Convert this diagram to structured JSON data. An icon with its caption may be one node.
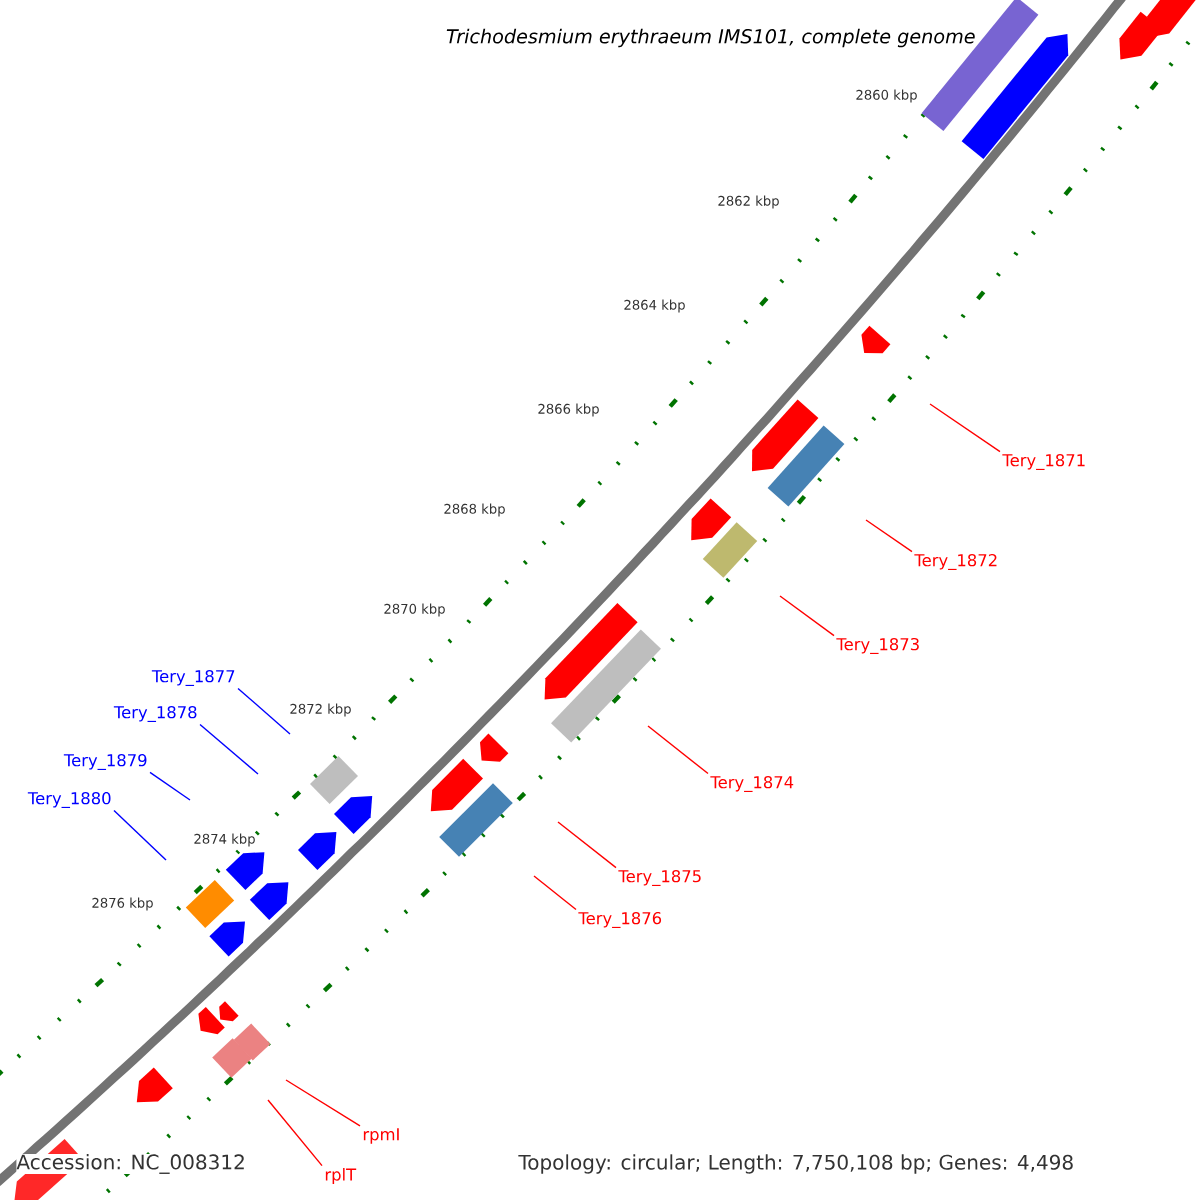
{
  "diagram": {
    "title": "Trichodesmium erythraeum IMS101, complete genome",
    "nodes": [
      {
        "text": [
          "Tery_1871"
        ]
      },
      {
        "text": [
          "Tery_1872"
        ]
      },
      {
        "text": [
          "Tery_1873"
        ]
      },
      {
        "text": [
          "Tery_1874"
        ]
      },
      {
        "text": [
          "Tery_1875"
        ]
      },
      {
        "text": [
          "Tery_1876"
        ]
      },
      {
        "text": [
          "Tery_1877"
        ]
      },
      {
        "text": [
          "Tery_1878"
        ]
      },
      {
        "text": [
          "Tery_1879"
        ]
      },
      {
        "text": [
          "Tery_1880"
        ]
      },
      {
        "text": [
          "rpmI"
        ]
      },
      {
        "text": [
          "rplT"
        ]
      }
    ],
    "edges": [
      {
        "from": 0,
        "to": null,
        "arrow": "none"
      },
      {
        "from": 1,
        "to": null,
        "arrow": "none"
      },
      {
        "from": 2,
        "to": null,
        "arrow": "none"
      },
      {
        "from": 3,
        "to": null,
        "arrow": "none"
      },
      {
        "from": 4,
        "to": null,
        "arrow": "none"
      },
      {
        "from": 5,
        "to": null,
        "arrow": "none"
      },
      {
        "from": 6,
        "to": null,
        "arrow": "none",
        "color": "#0000ff"
      },
      {
        "from": 7,
        "to": null,
        "arrow": "none",
        "color": "#0000ff"
      },
      {
        "from": 8,
        "to": null,
        "arrow": "none",
        "color": "#0000ff"
      },
      {
        "from": 9,
        "to": null,
        "arrow": "none",
        "color": "#0000ff"
      },
      {
        "from": 10,
        "to": null,
        "arrow": "none"
      },
      {
        "from": 11,
        "to": null,
        "arrow": "none"
      }
    ],
    "labels": [
      "2860 kbp",
      "2862 kbp",
      "2864 kbp",
      "2866 kbp",
      "2868 kbp",
      "2870 kbp",
      "2872 kbp",
      "2874 kbp",
      "2876 kbp",
      "Accession: NC_008312",
      "Topology: circular; Length: 7,750,108 bp; Genes: 4,498"
    ]
  }
}
